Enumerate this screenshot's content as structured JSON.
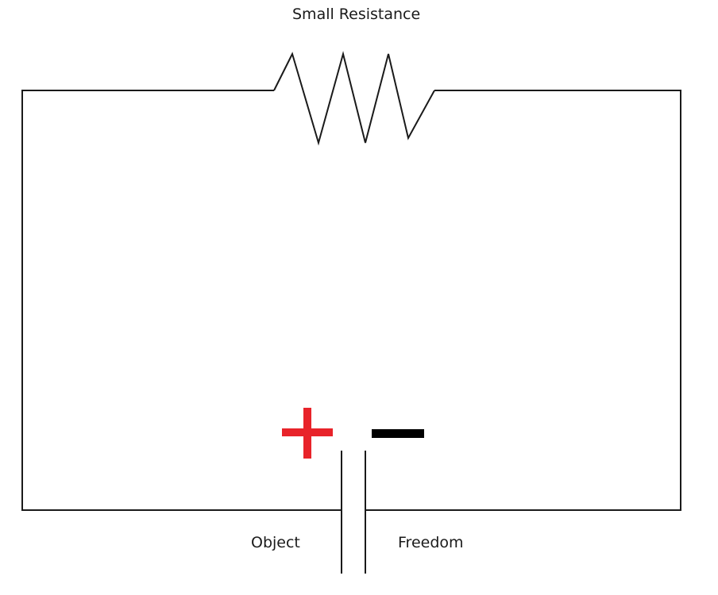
{
  "labels": {
    "resistor": "Small Resistance",
    "left_plate": "Object",
    "right_plate": "Freedom"
  },
  "colors": {
    "wire": "#1a1a1a",
    "positive": "#e8232a",
    "negative": "#000000",
    "background": "#ffffff"
  },
  "symbols": {
    "positive": "plus-sign",
    "negative": "minus-sign",
    "resistor": "zigzag-resistor",
    "capacitor": "parallel-plate-capacitor"
  }
}
